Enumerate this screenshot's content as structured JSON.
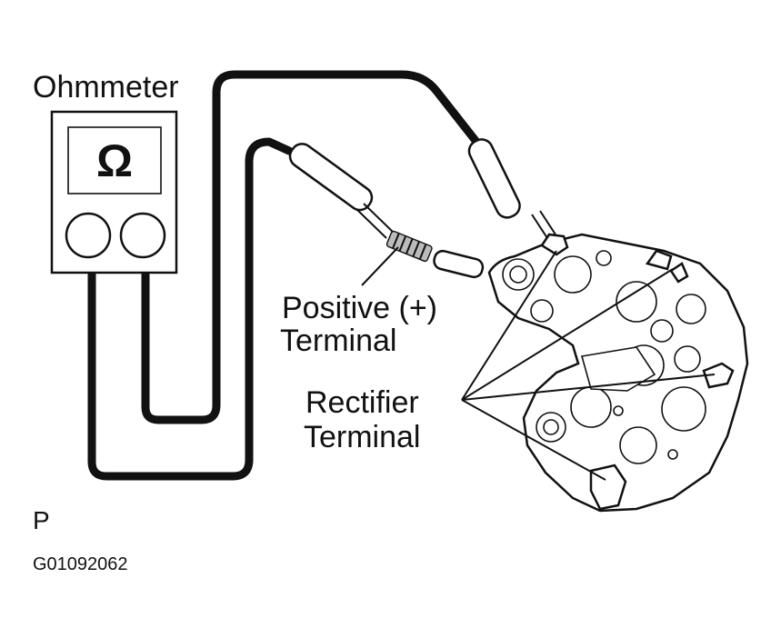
{
  "labels": {
    "ohmmeter": "Ohmmeter",
    "ohm_symbol": "Ω",
    "positive_line1": "Positive (+)",
    "positive_line2": "Terminal",
    "rectifier_line1": "Rectifier",
    "rectifier_line2": "Terminal",
    "code_letter": "P",
    "figure_id": "G01092062"
  }
}
